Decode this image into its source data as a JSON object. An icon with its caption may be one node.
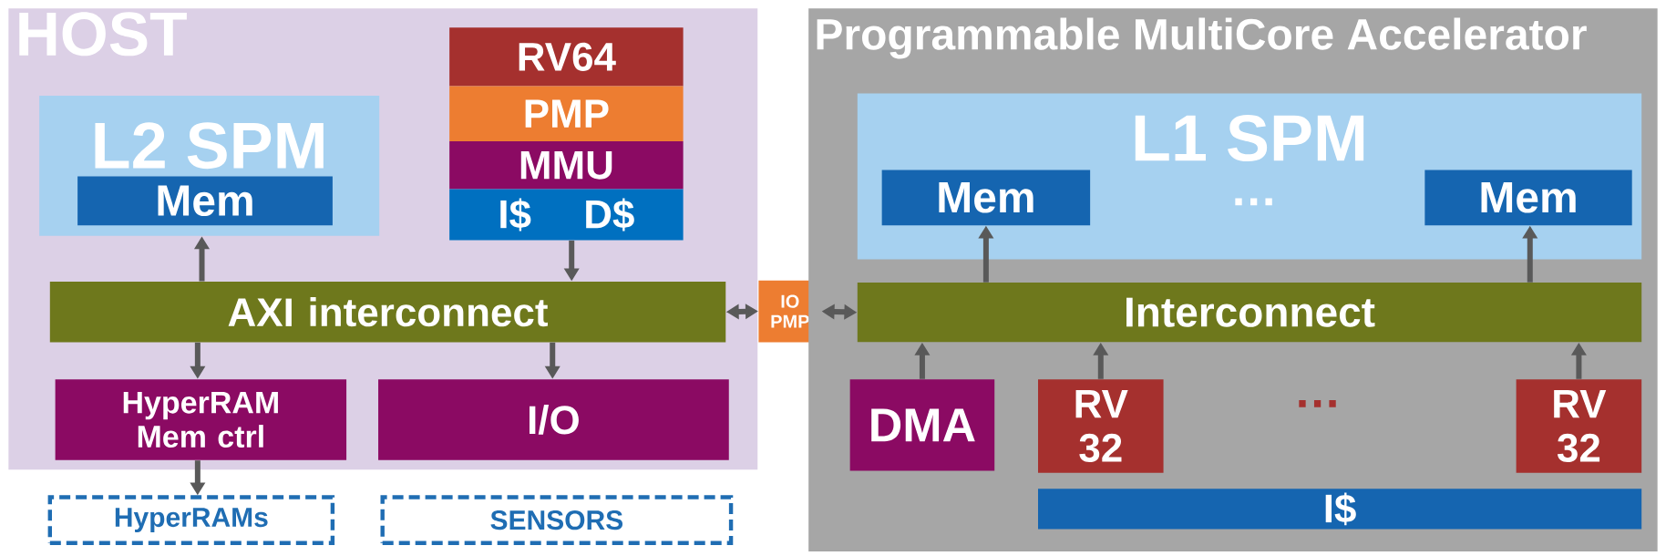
{
  "diagram": {
    "nodes": [
      {
        "text": [
          "HOST"
        ]
      },
      {
        "text": [
          "L2 SPM"
        ],
        "in": 0
      },
      {
        "text": [
          "Mem"
        ],
        "in": 1
      },
      {
        "text": [
          "RV64"
        ],
        "in": 0
      },
      {
        "text": [
          "PMP"
        ],
        "in": 0
      },
      {
        "text": [
          "MMU"
        ],
        "in": 0
      },
      {
        "text": [
          "I$",
          "D$"
        ],
        "in": 0
      },
      {
        "text": [
          "AXI interconnect"
        ],
        "in": 0
      },
      {
        "text": [
          "HyperRAM Mem ctrl"
        ],
        "in": 0
      },
      {
        "text": [
          "I/O"
        ],
        "in": 0
      },
      {
        "text": [
          "HyperRAMs"
        ]
      },
      {
        "text": [
          "SENSORS"
        ]
      },
      {
        "text": [
          "IO PMP"
        ]
      },
      {
        "text": [
          "Programmable MultiCore Accelerator"
        ]
      },
      {
        "text": [
          "L1 SPM"
        ],
        "in": 13
      },
      {
        "text": [
          "Mem"
        ],
        "in": 14
      },
      {
        "text": [
          "Mem"
        ],
        "in": 14
      },
      {
        "text": [
          "Interconnect"
        ],
        "in": 13
      },
      {
        "text": [
          "DMA"
        ],
        "in": 13
      },
      {
        "text": [
          "RV 32"
        ],
        "in": 13
      },
      {
        "text": [
          "RV 32"
        ],
        "in": 13
      },
      {
        "text": [
          "I$"
        ],
        "in": 13
      }
    ],
    "edges": [
      {
        "from": 7,
        "to": 1,
        "arrow": "to"
      },
      {
        "from": 6,
        "to": 7,
        "arrow": "to"
      },
      {
        "from": 7,
        "to": 8,
        "arrow": "to"
      },
      {
        "from": 7,
        "to": 9,
        "arrow": "to"
      },
      {
        "from": 8,
        "to": 10,
        "arrow": "to"
      },
      {
        "from": 7,
        "to": 12,
        "arrow": "both"
      },
      {
        "from": 12,
        "to": 17,
        "arrow": "both"
      },
      {
        "from": 17,
        "to": 15,
        "arrow": "to"
      },
      {
        "from": 17,
        "to": 16,
        "arrow": "to"
      },
      {
        "from": 18,
        "to": 17,
        "arrow": "to"
      },
      {
        "from": 19,
        "to": 17,
        "arrow": "to"
      },
      {
        "from": 20,
        "to": 17,
        "arrow": "to"
      }
    ],
    "labels": [
      "…",
      "…"
    ]
  }
}
